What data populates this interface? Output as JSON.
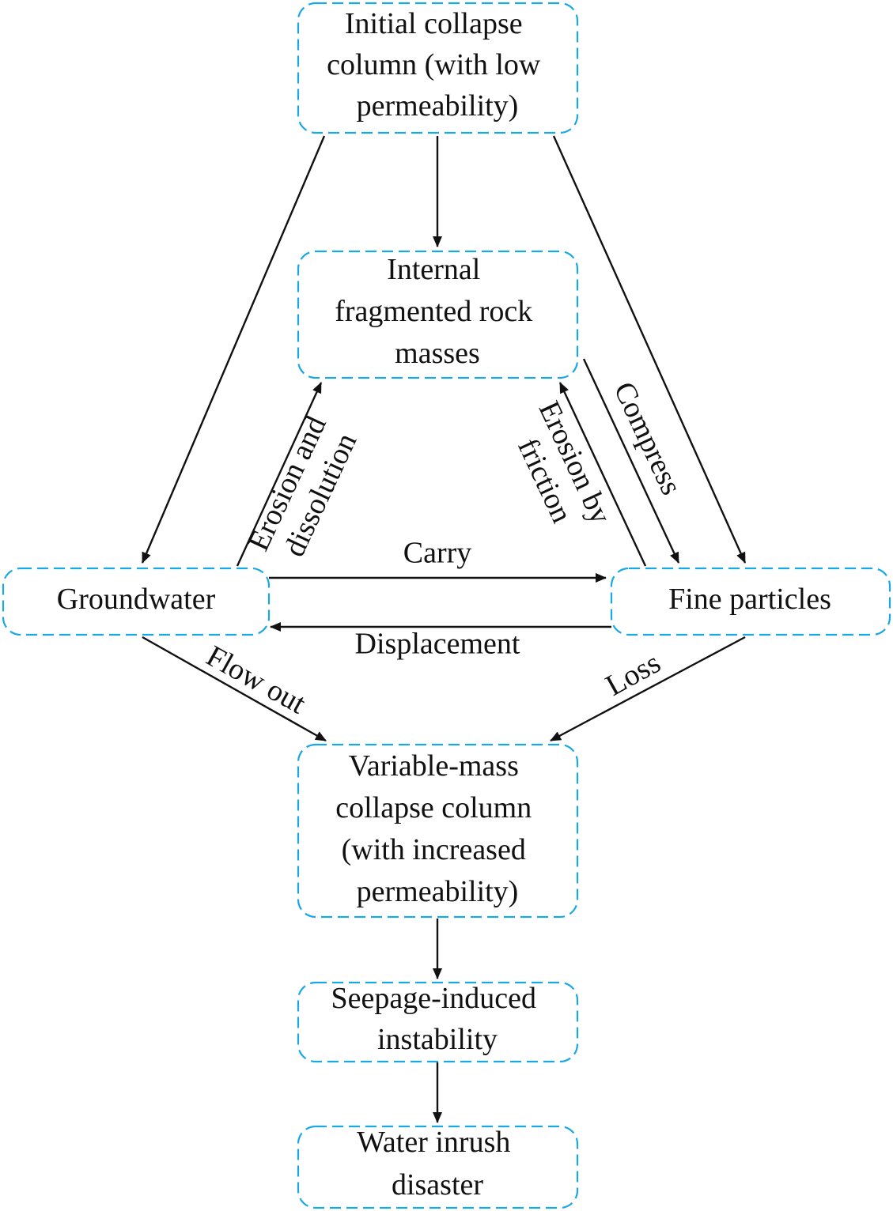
{
  "nodes": {
    "initial": {
      "lines": [
        "Initial collapse",
        "column (with low",
        "permeability)"
      ]
    },
    "internal": {
      "lines": [
        "Internal",
        "fragmented rock",
        "masses"
      ]
    },
    "groundwater": {
      "lines": [
        "Groundwater"
      ]
    },
    "fine": {
      "lines": [
        "Fine particles"
      ]
    },
    "variable": {
      "lines": [
        "Variable-mass",
        "collapse column",
        "(with increased",
        "permeability)"
      ]
    },
    "seepage": {
      "lines": [
        "Seepage-induced",
        "instability"
      ]
    },
    "disaster": {
      "lines": [
        "Water inrush",
        "disaster"
      ]
    }
  },
  "edges": {
    "erosion_dissolution": [
      "Erosion and",
      "dissolution"
    ],
    "erosion_friction": [
      "Erosion by",
      "friction"
    ],
    "compress": [
      "Compress"
    ],
    "carry": [
      "Carry"
    ],
    "displacement": [
      "Displacement"
    ],
    "flow_out": [
      "Flow out"
    ],
    "loss": [
      "Loss"
    ]
  },
  "colors": {
    "node_border": "#1aa7e6",
    "arrow": "#111111",
    "text": "#111111"
  }
}
